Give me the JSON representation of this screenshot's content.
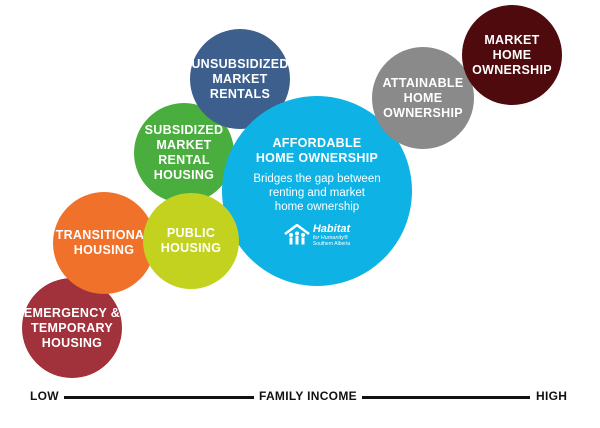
{
  "circles": {
    "emergency": {
      "lines": [
        "EMERGENCY &",
        "TEMPORARY",
        "HOUSING"
      ],
      "color": "#a1313a"
    },
    "transitional": {
      "lines": [
        "TRANSITIONAL",
        "HOUSING"
      ],
      "color": "#f0712a"
    },
    "public": {
      "lines": [
        "PUBLIC",
        "HOUSING"
      ],
      "color": "#c2d21f"
    },
    "subsidized": {
      "lines": [
        "SUBSIDIZED",
        "MARKET",
        "RENTAL",
        "HOUSING"
      ],
      "color": "#4aae3f"
    },
    "unsubsidized": {
      "lines": [
        "UNSUBSIDIZED",
        "MARKET",
        "RENTALS"
      ],
      "color": "#3d5f8e"
    },
    "affordable": {
      "lines": [
        "AFFORDABLE",
        "HOME OWNERSHIP"
      ],
      "description": [
        "Bridges the gap between",
        "renting and market",
        "home ownership"
      ],
      "color": "#0eb2e4"
    },
    "attainable": {
      "lines": [
        "ATTAINABLE",
        "HOME",
        "OWNERSHIP"
      ],
      "color": "#8a8a8a"
    },
    "market": {
      "lines": [
        "MARKET",
        "HOME",
        "OWNERSHIP"
      ],
      "color": "#4e0a0c"
    }
  },
  "logo": {
    "icon": "habitat-house-people-icon",
    "line1": "Habitat",
    "line2": "for Humanity®",
    "line3": "Southern Alberta"
  },
  "axis": {
    "low": "LOW",
    "label": "FAMILY INCOME",
    "high": "HIGH"
  }
}
